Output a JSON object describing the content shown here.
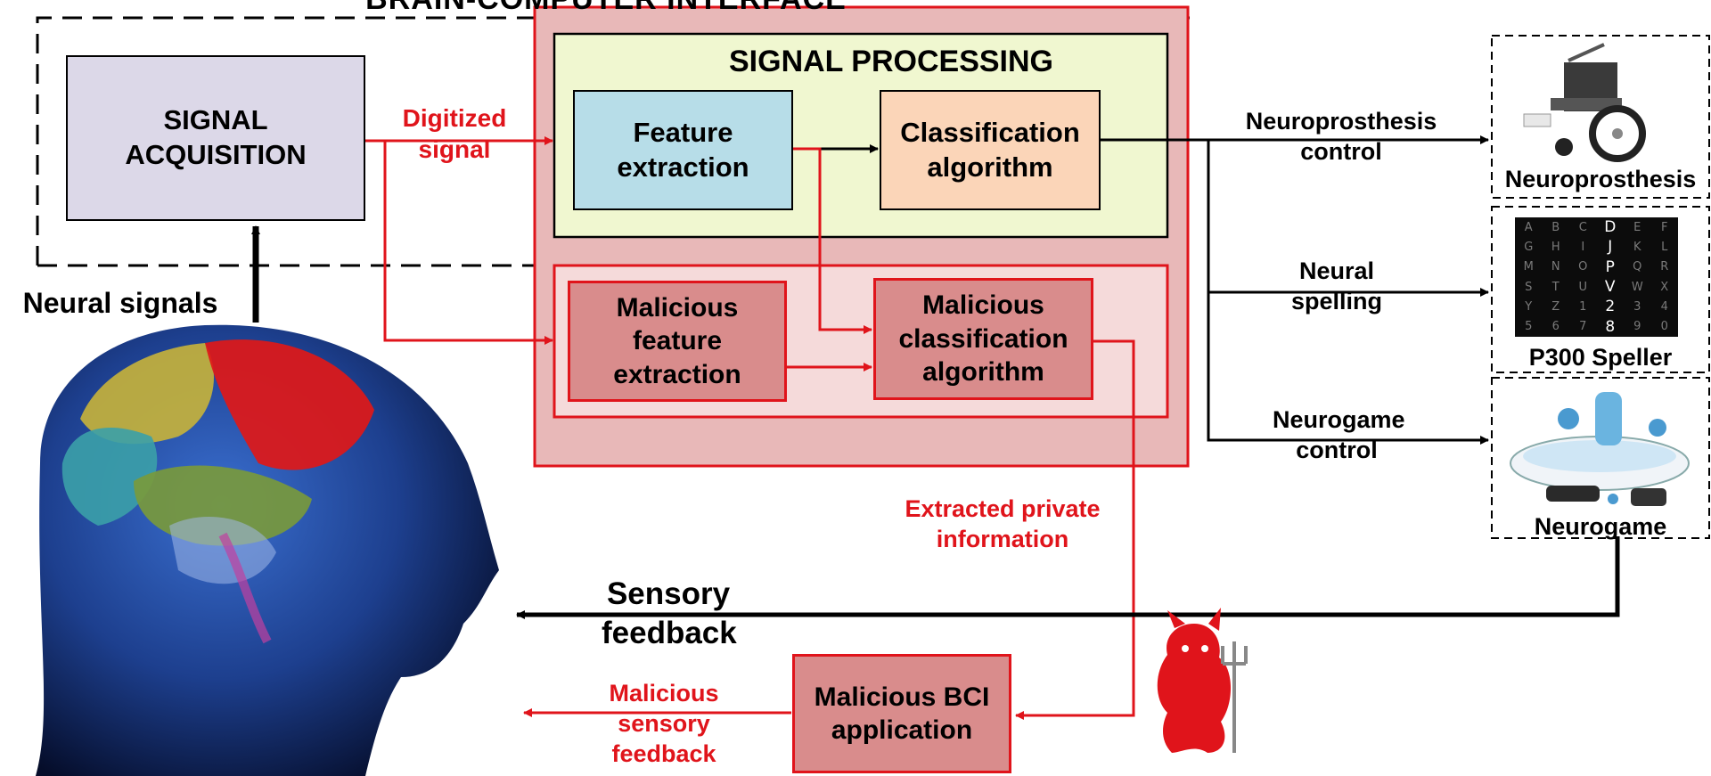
{
  "diagram": {
    "title_partial": "BRAIN-COMPUTER INTERFACE",
    "signal_processing": "SIGNAL PROCESSING",
    "signal_acquisition": "SIGNAL ACQUISITION",
    "feature_extraction": "Feature extraction",
    "classification_algorithm": "Classification algorithm",
    "malicious_feature_extraction": "Malicious feature extraction",
    "malicious_classification_algorithm": "Malicious classification algorithm",
    "malicious_bci_application": "Malicious BCI application",
    "digitized_signal": "Digitized signal",
    "neural_signals": "Neural signals",
    "neuroprosthesis_control": "Neuroprosthesis control",
    "neural_spelling": "Neural spelling",
    "neurogame_control": "Neurogame control",
    "extracted_private_information": "Extracted private information",
    "sensory_feedback": "Sensory feedback",
    "malicious_sensory_feedback": "Malicious sensory feedback",
    "neuroprosthesis": "Neuroprosthesis",
    "p300_speller": "P300 Speller",
    "neurogame": "Neurogame"
  },
  "speller_grid": [
    "A",
    "B",
    "C",
    "D",
    "E",
    "F",
    "G",
    "H",
    "I",
    "J",
    "K",
    "L",
    "M",
    "N",
    "O",
    "P",
    "Q",
    "R",
    "S",
    "T",
    "U",
    "V",
    "W",
    "X",
    "Y",
    "Z",
    "1",
    "2",
    "3",
    "4",
    "5",
    "6",
    "7",
    "8",
    "9",
    "0"
  ],
  "colors": {
    "attack_red": "#e0141b",
    "acquisition_fill": "#dcd8e8",
    "processing_fill": "#f0f7d0",
    "feature_fill": "#b7dde8",
    "classification_fill": "#fbd5b8",
    "malicious_fill": "#d98c8c",
    "outer_red_fill": "#e8b8b8"
  },
  "icons": [
    "brain-head-image",
    "wheelchair-image",
    "neurogame-device-image",
    "devil-icon"
  ]
}
